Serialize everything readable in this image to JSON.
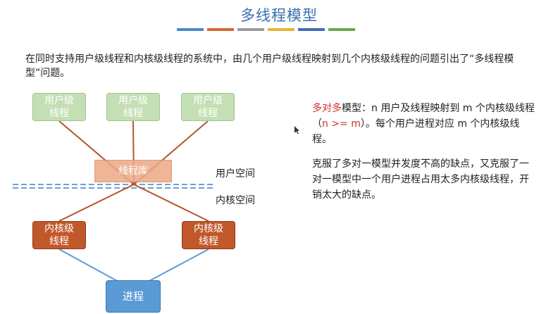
{
  "header": {
    "title": "多线程模型",
    "accent_colors": [
      "#4a8ac9",
      "#d16a35",
      "#9a9a9a",
      "#eab431",
      "#3f6fb8",
      "#6aa84f"
    ]
  },
  "intro": "在同时支持用户级线程和内核级线程的系统中，由几个用户级线程映射到几个内核级线程的问题引出了“多线程模型”问题。",
  "diagram": {
    "user_threads": [
      {
        "label": "用户级\n线程"
      },
      {
        "label": "用户级\n线程"
      },
      {
        "label": "用户级\n线程"
      }
    ],
    "thread_library": "线程库",
    "user_space_label": "用户空间",
    "kernel_space_label": "内核空间",
    "kernel_threads": [
      {
        "label": "内核级\n线程"
      },
      {
        "label": "内核级\n线程"
      }
    ],
    "process": "进程"
  },
  "description": {
    "model_name": "多对多",
    "model_text": "模型：n 用户及线程映射到 m 个内核级线程（",
    "condition": "n >= m",
    "model_text_end": "）。每个用户进程对应 m 个内核级线程。",
    "advantages": "克服了多对一模型并发度不高的缺点，又克服了一对一模型中一个用户进程占用太多内核级线程，开销太大的缺点。"
  },
  "cursor_icon": "mouse-pointer-icon"
}
